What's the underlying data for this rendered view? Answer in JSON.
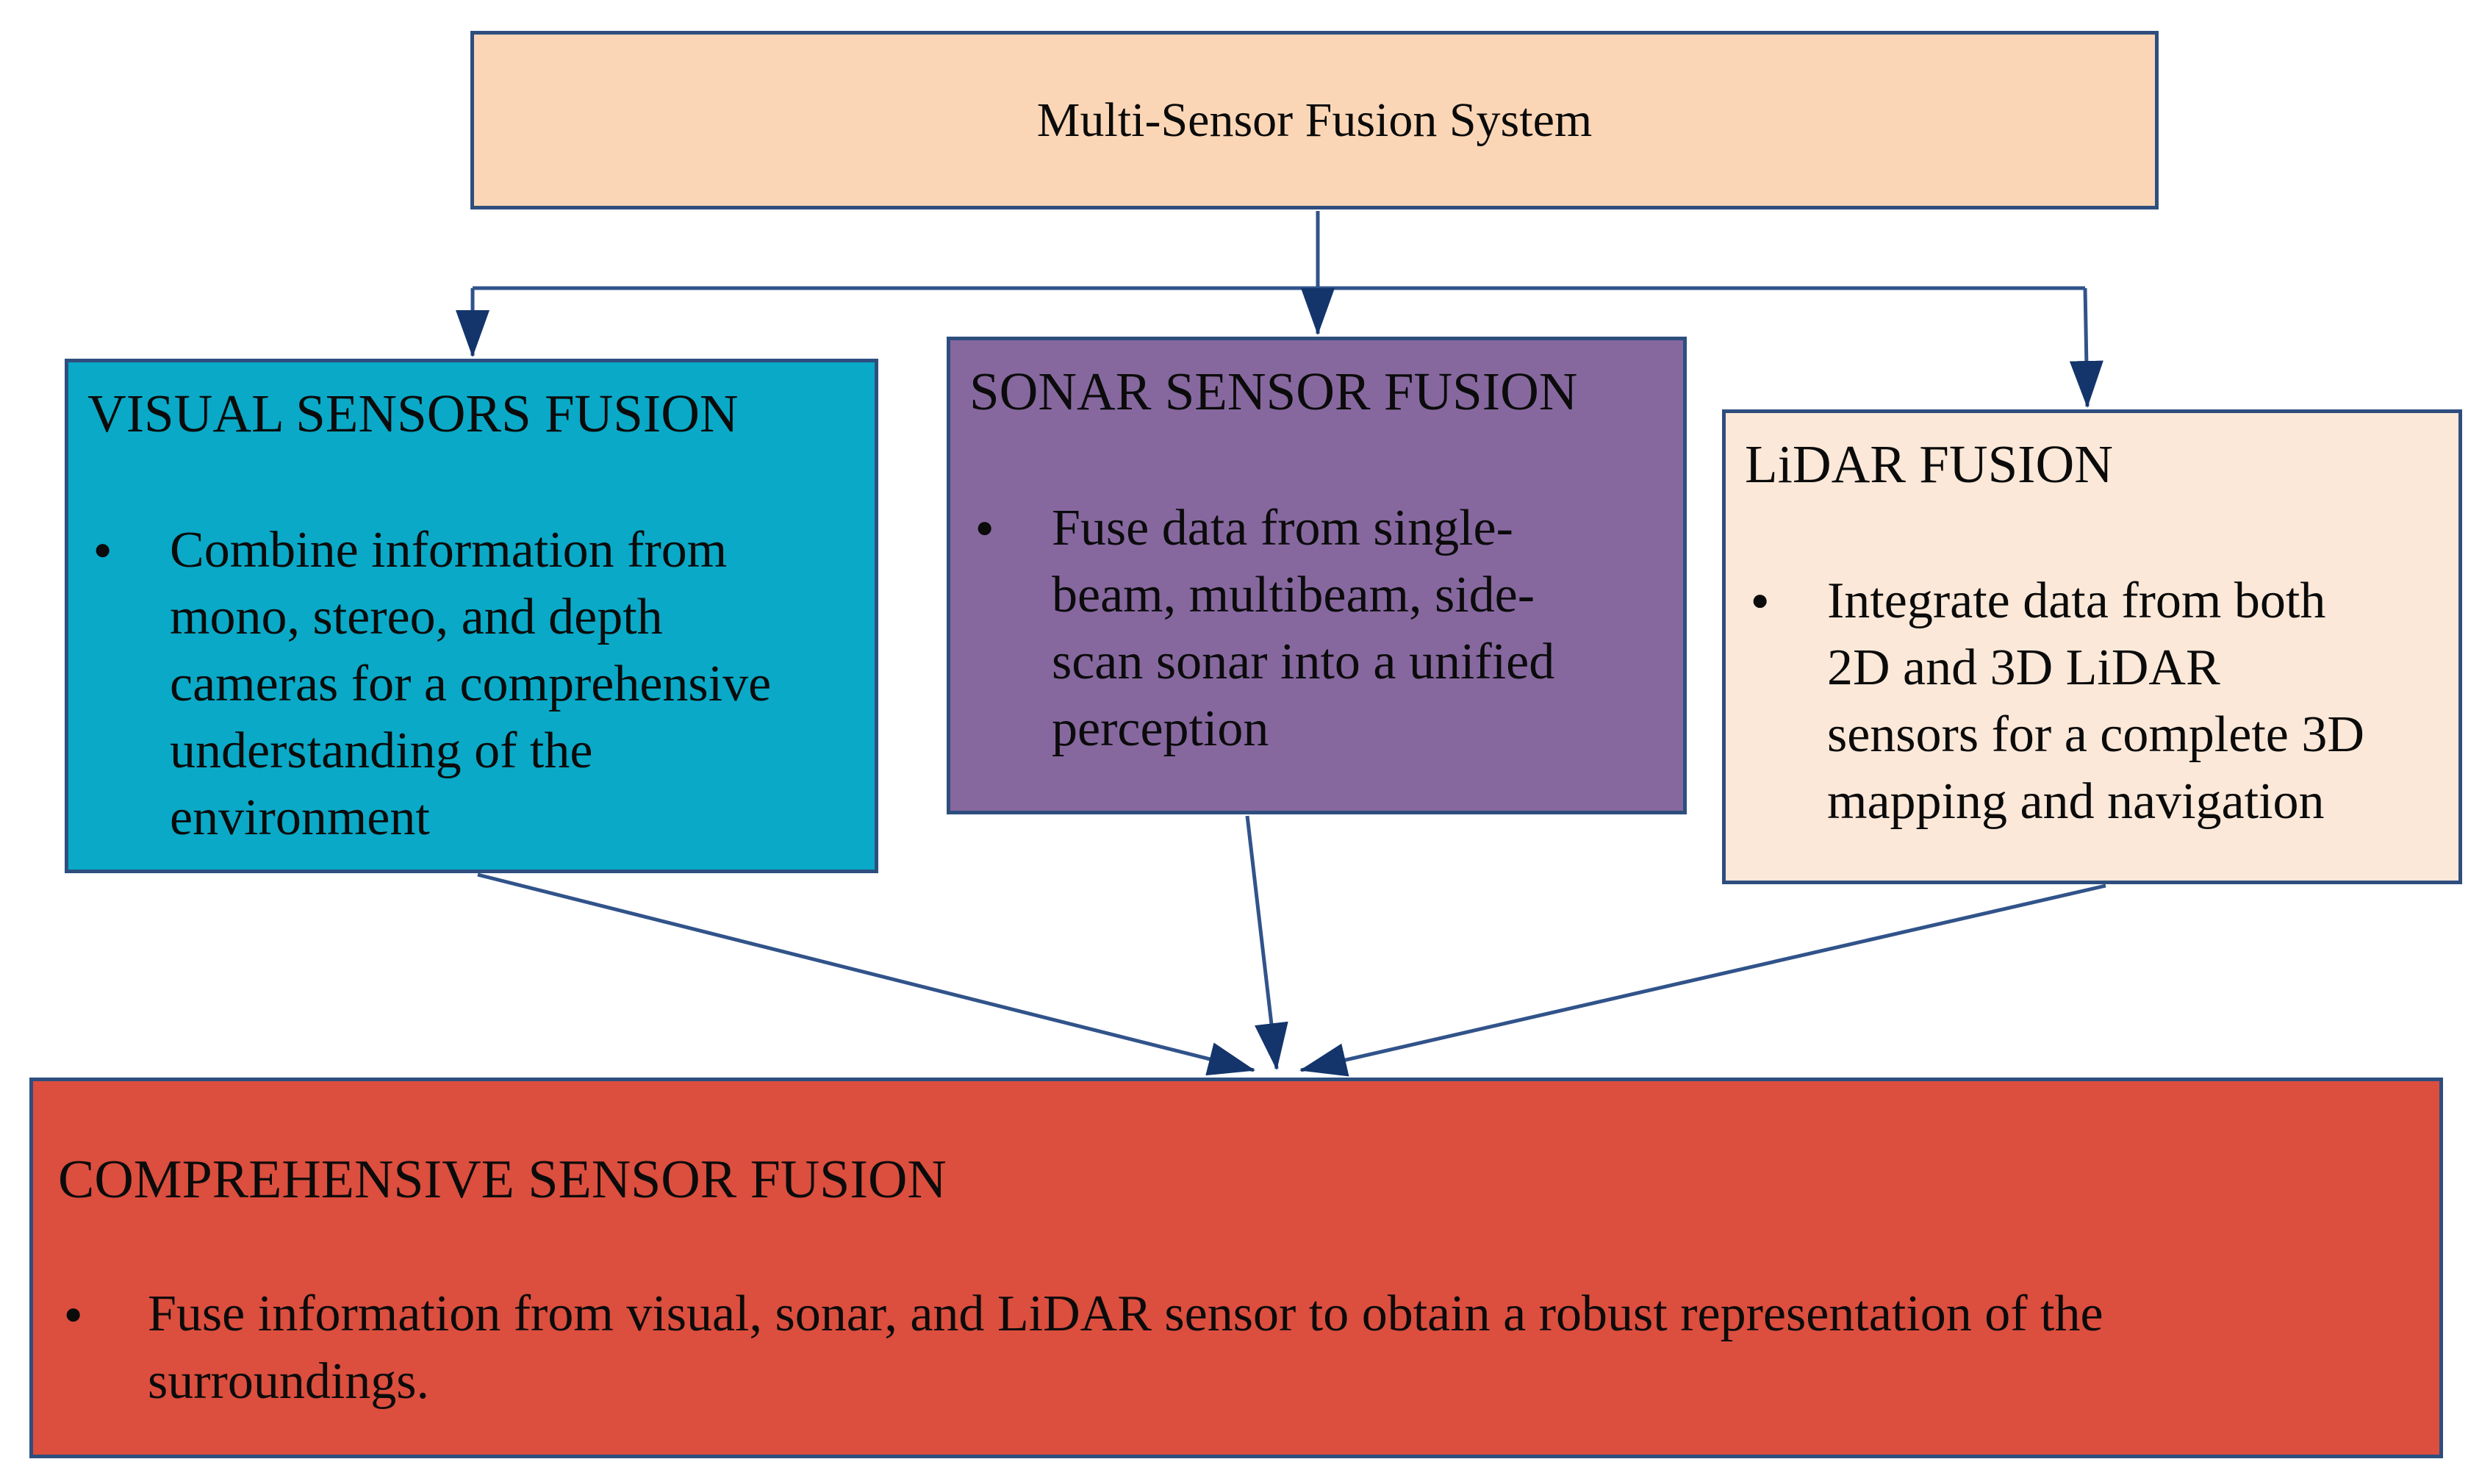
{
  "diagram": {
    "title": "Multi-Sensor Fusion System",
    "bullet_glyph": "●",
    "boxes": {
      "visual": {
        "title": "VISUAL SENSORS FUSION",
        "body": "Combine information from\nmono, stereo, and depth\ncameras for a comprehensive\nunderstanding of the\nenvironment"
      },
      "sonar": {
        "title": "SONAR SENSOR FUSION",
        "body": "Fuse data from single-\nbeam, multibeam, side-\nscan sonar into a unified\nperception"
      },
      "lidar": {
        "title": "LiDAR FUSION",
        "body": "Integrate data from both\n2D and 3D LiDAR\nsensors for a complete 3D\nmapping and navigation"
      },
      "comprehensive": {
        "title": "COMPREHENSIVE SENSOR FUSION",
        "body": "Fuse information from visual, sonar, and LiDAR sensor to obtain a robust representation of the\nsurroundings."
      }
    },
    "colors": {
      "top_fill": "#FBD6B6",
      "visual_fill": "#0AA9C7",
      "sonar_fill": "#86689F",
      "lidar_fill": "#FBE8D8",
      "comprehensive_fill": "#DC4E3E",
      "border": "#2E4E7E",
      "connector_line": "#31538A",
      "arrowhead": "#14356B",
      "text": "#0B0B0B"
    }
  }
}
